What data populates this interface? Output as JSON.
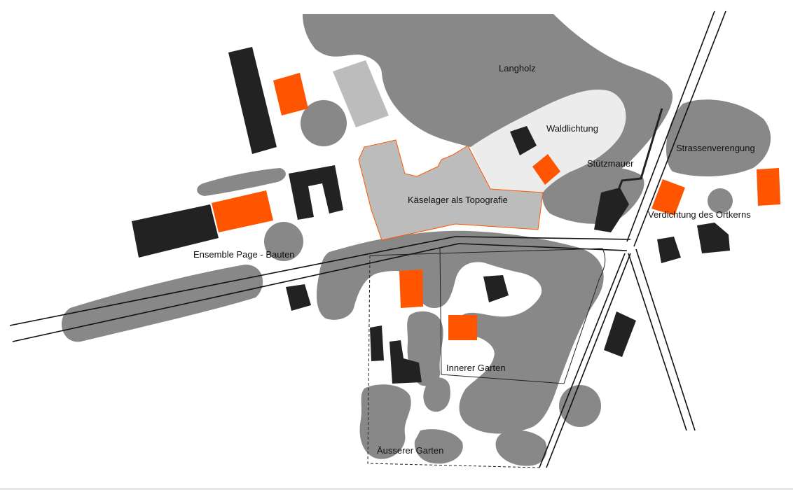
{
  "map": {
    "colors": {
      "vegetation": "#888888",
      "building": "#222222",
      "new_building": "#ff5500",
      "existing_light": "#bcbcbc",
      "clearing": "#ececec",
      "road_line": "#111111",
      "background": "#ffffff"
    },
    "labels": {
      "langholz": "Langholz",
      "waldlichtung": "Waldlichtung",
      "strassenverengung": "Strassenverengung",
      "stuetzmauer": "Stützmauer",
      "kaeselager": "Käselager als Topografie",
      "verdichtung": "Verdichtung des Ortkerns",
      "ensemble": "Ensemble Page - Bauten",
      "innerer_garten": "Innerer Garten",
      "aeusserer_garten": "Äusserer Garten"
    }
  }
}
